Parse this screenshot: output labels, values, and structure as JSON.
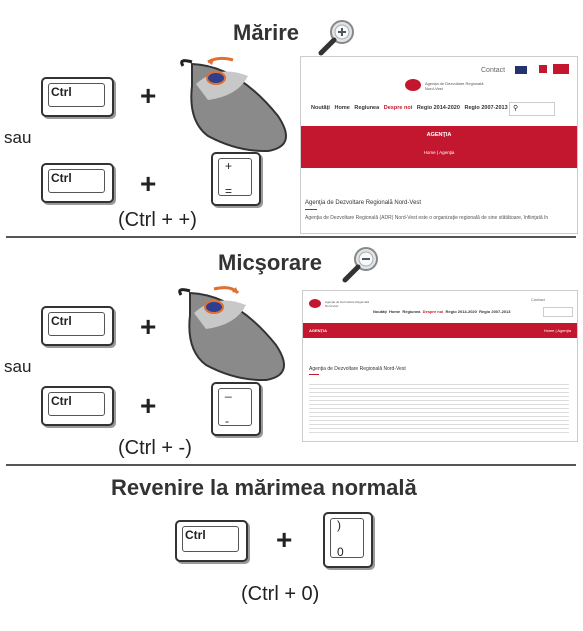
{
  "sections": {
    "zoom_in": {
      "title": "Mărire",
      "shortcut": "(Ctrl + +)",
      "alt_text": "sau",
      "key_plus_top": "+",
      "key_plus_bottom": "="
    },
    "zoom_out": {
      "title": "Micşorare",
      "shortcut": "(Ctrl + -)",
      "alt_text": "sau",
      "key_minus_top": "_",
      "key_minus_bottom": "-"
    },
    "reset": {
      "title": "Revenire la mărimea normală",
      "shortcut": "(Ctrl + 0)",
      "key_zero_top": ")",
      "key_zero_bottom": "0"
    }
  },
  "keys": {
    "ctrl": "Ctrl",
    "plus_sign": "+"
  },
  "website": {
    "contact": "Contact",
    "org_name": "Agenţia de Dezvoltare Regională Nord-Vest",
    "nav": [
      "Noutăţi",
      "Home",
      "Regiunea",
      "Despre noi",
      "Regio 2014-2020",
      "Regio 2007-2013"
    ],
    "banner": "AGENŢIA",
    "breadcrumb": "Home | Agenţia",
    "heading": "Agenţia de Dezvoltare Regională Nord-Vest",
    "paragraph": "Agenţia de Dezvoltare Regională (ADR) Nord-Vest este o organizaţie regională de sine stătătoare, înfiinţată în"
  },
  "colors": {
    "accent": "#c2172f",
    "text": "#222222"
  }
}
